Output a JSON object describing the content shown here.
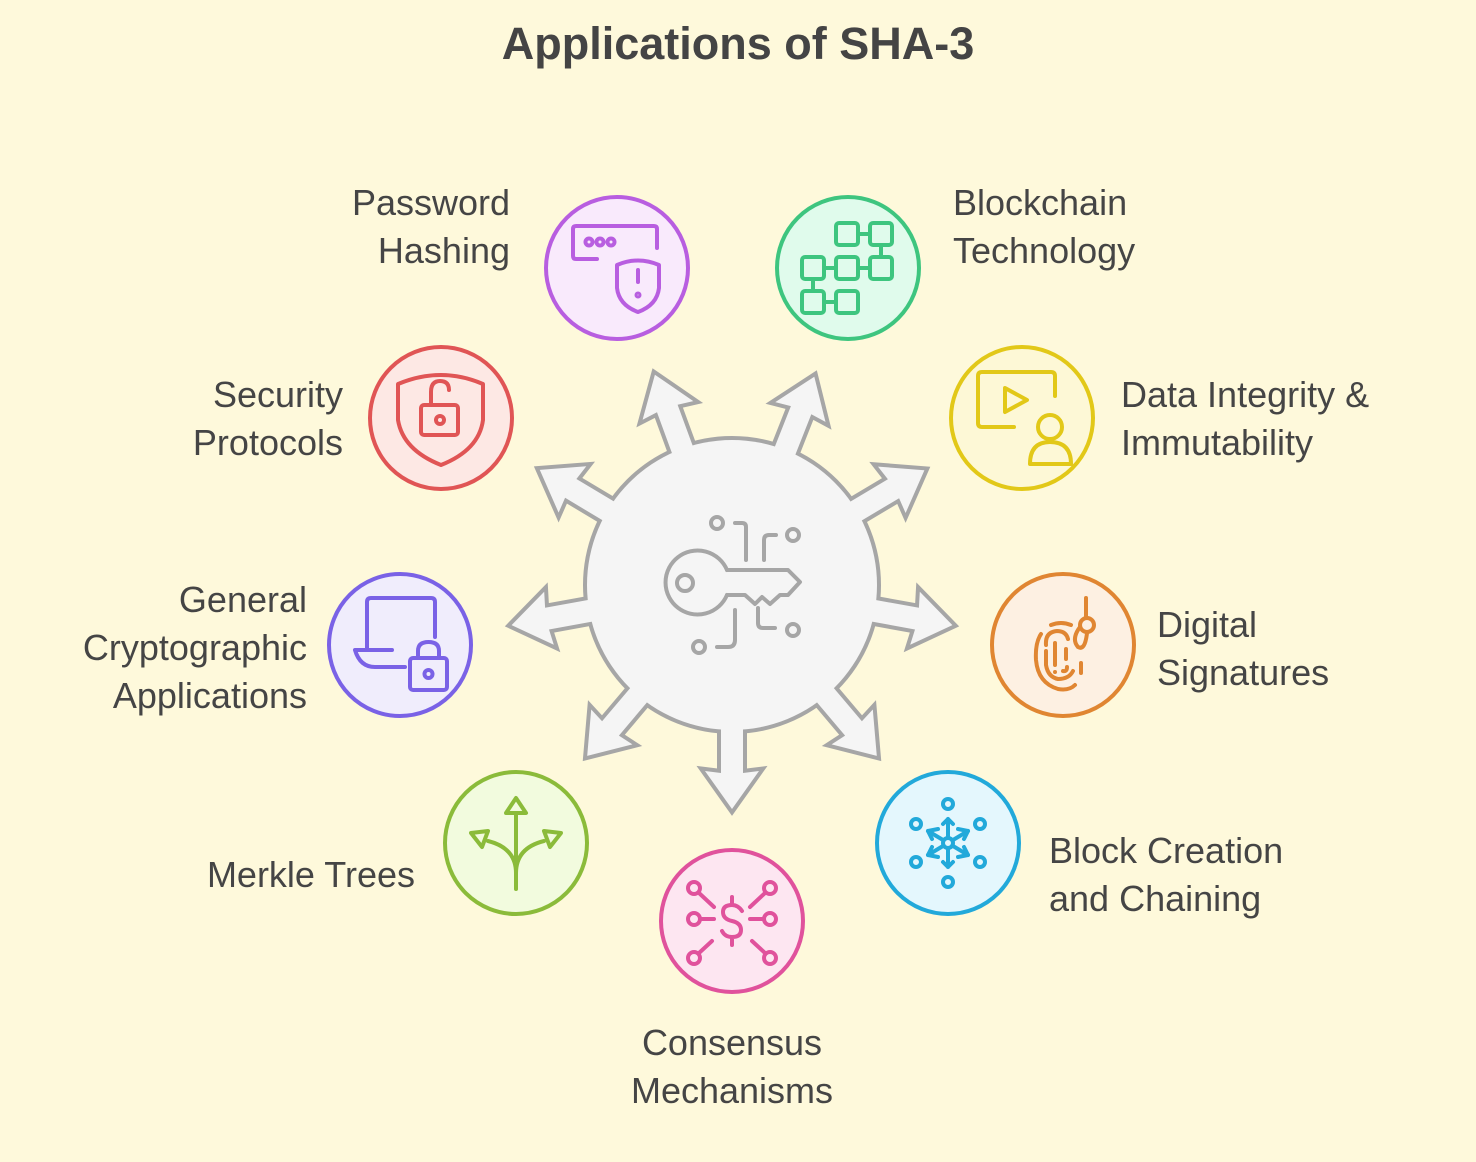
{
  "title": "Applications of SHA-3",
  "center": {
    "icon": "key-circuit-icon",
    "fill": "#f5f5f5",
    "stroke": "#a6a6a6"
  },
  "nodes": [
    {
      "id": "password-hashing",
      "lines": [
        "Password",
        "Hashing"
      ],
      "icon": "password-shield-icon",
      "stroke": "#b85ee0",
      "fill": "#f9eafc"
    },
    {
      "id": "blockchain-technology",
      "lines": [
        "Blockchain",
        "Technology"
      ],
      "icon": "blocks-network-icon",
      "stroke": "#3ec57f",
      "fill": "#e0fbec"
    },
    {
      "id": "security-protocols",
      "lines": [
        "Security",
        "Protocols"
      ],
      "icon": "shield-lock-icon",
      "stroke": "#e05555",
      "fill": "#fde8e4"
    },
    {
      "id": "data-integrity",
      "lines": [
        "Data Integrity &",
        "Immutability"
      ],
      "icon": "video-user-icon",
      "stroke": "#e2c818",
      "fill": "#fdf8d6"
    },
    {
      "id": "general-cryptographic-applications",
      "lines": [
        "General",
        "Cryptographic",
        "Applications"
      ],
      "icon": "laptop-lock-icon",
      "stroke": "#7a62e6",
      "fill": "#f0edfc"
    },
    {
      "id": "digital-signatures",
      "lines": [
        "Digital",
        "Signatures"
      ],
      "icon": "fingerprint-icon",
      "stroke": "#e08632",
      "fill": "#fdf0e2"
    },
    {
      "id": "merkle-trees",
      "lines": [
        "Merkle Trees"
      ],
      "icon": "branching-arrows-icon",
      "stroke": "#8bbb3a",
      "fill": "#f2fbde"
    },
    {
      "id": "block-creation",
      "lines": [
        "Block Creation",
        "and Chaining"
      ],
      "icon": "network-nodes-icon",
      "stroke": "#22a9da",
      "fill": "#e4f7fd"
    },
    {
      "id": "consensus-mechanisms",
      "lines": [
        "Consensus",
        "Mechanisms"
      ],
      "icon": "dollar-network-icon",
      "stroke": "#e0529c",
      "fill": "#fde6f1"
    }
  ]
}
